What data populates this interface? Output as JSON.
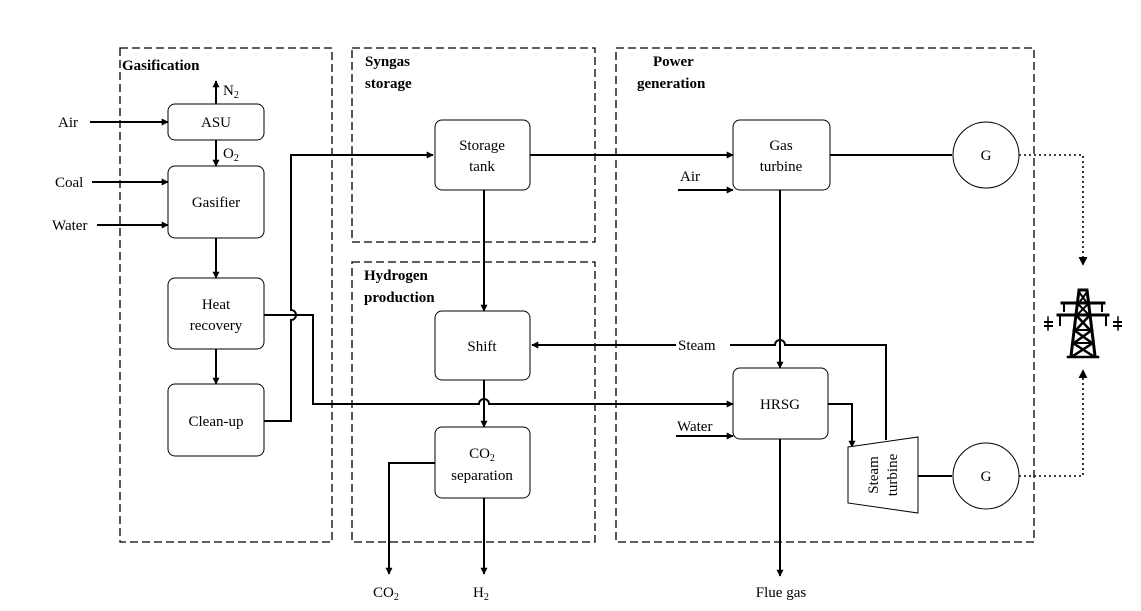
{
  "sections": {
    "gasification": "Gasification",
    "syngas_storage": [
      "Syngas",
      "storage"
    ],
    "hydrogen_production": [
      "Hydrogen",
      "production"
    ],
    "power_generation": [
      "Power",
      "generation"
    ]
  },
  "blocks": {
    "asu": "ASU",
    "gasifier": "Gasifier",
    "heat_recovery": [
      "Heat",
      "recovery"
    ],
    "cleanup": "Clean-up",
    "storage_tank": [
      "Storage",
      "tank"
    ],
    "shift": "Shift",
    "co2_separation": [
      "CO",
      "2",
      "separation"
    ],
    "gas_turbine": [
      "Gas",
      "turbine"
    ],
    "hrsg": "HRSG",
    "steam_turbine": [
      "Steam",
      "turbine"
    ],
    "generator_top": "G",
    "generator_bottom": "G"
  },
  "streams": {
    "air_in": "Air",
    "coal_in": "Coal",
    "water_in": "Water",
    "n2_out": [
      "N",
      "2"
    ],
    "o2": [
      "O",
      "2"
    ],
    "air_turbine": "Air",
    "water_hrsg": "Water",
    "steam": "Steam",
    "co2_out": [
      "CO",
      "2"
    ],
    "h2_out": [
      "H",
      "2"
    ],
    "flue_gas": "Flue gas"
  },
  "icons": {
    "grid": "power-transmission-tower-icon"
  }
}
